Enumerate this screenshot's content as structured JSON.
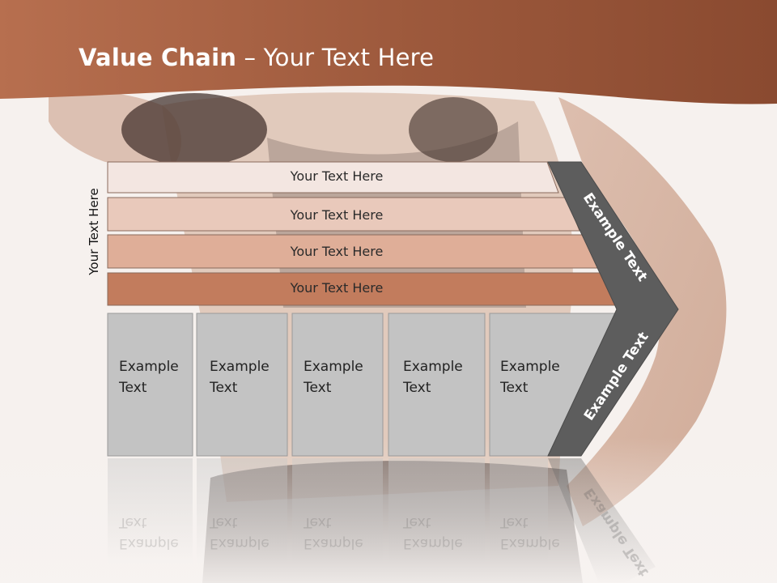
{
  "title": {
    "bold": "Value Chain",
    "rest": " – Your Text Here"
  },
  "side_label": "Your Text Here",
  "bars": [
    {
      "label": "Your Text Here",
      "color": "#f3e6e1"
    },
    {
      "label": "Your Text Here",
      "color": "#e9c9bb"
    },
    {
      "label": "Your Text Here",
      "color": "#dfae98"
    },
    {
      "label": "Your Text Here",
      "color": "#c27c5d"
    }
  ],
  "columns": [
    {
      "label": "Example\nText"
    },
    {
      "label": "Example\nText"
    },
    {
      "label": "Example\nText"
    },
    {
      "label": "Example\nText"
    },
    {
      "label": "Example\nText"
    }
  ],
  "chevron": {
    "upper": "Example Text",
    "lower": "Example Text"
  },
  "colors": {
    "header": "#a05a3c",
    "column_fill": "#c3c3c3",
    "chevron_fill": "#5d5d5d"
  }
}
